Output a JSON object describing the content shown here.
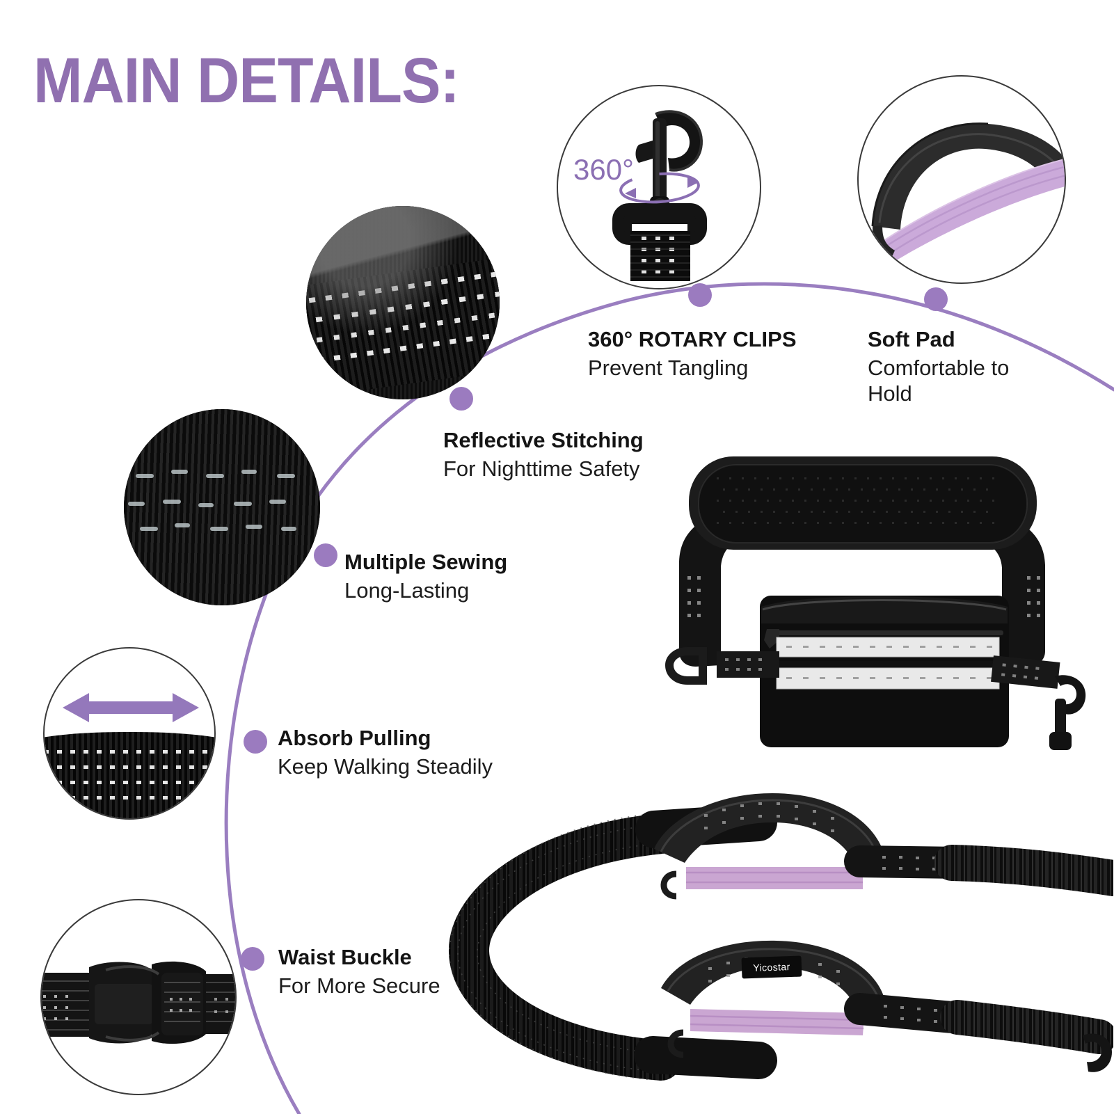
{
  "page": {
    "title": "MAIN DETAILS:",
    "background_color": "#ffffff",
    "accent_purple": "#9070b0",
    "arc_color": "#9a7ec0",
    "dot_color": "#9b7bbf"
  },
  "callouts": [
    {
      "id": "rotary-clips",
      "title": "360°  ROTARY CLIPS",
      "subtitle": "Prevent Tangling"
    },
    {
      "id": "soft-pad",
      "title": "Soft Pad",
      "subtitle": "Comfortable to Hold"
    },
    {
      "id": "reflective-stitching",
      "title": "Reflective Stitching",
      "subtitle": "For Nighttime Safety"
    },
    {
      "id": "multiple-sewing",
      "title": "Multiple Sewing",
      "subtitle": "Long-Lasting"
    },
    {
      "id": "absorb-pulling",
      "title": "Absorb Pulling",
      "subtitle": "Keep Walking Steadily"
    },
    {
      "id": "waist-buckle",
      "title": "Waist Buckle",
      "subtitle": "For More Secure"
    }
  ],
  "insets": {
    "rotary_clip": {
      "name": "rotary-clip-photo",
      "degree_label": "360°",
      "degree_color": "#8b6fb3"
    },
    "soft_pad": {
      "name": "soft-pad-photo",
      "strap_color": "#cbaada"
    },
    "reflective_stitching": {
      "name": "reflective-webbing-photo"
    },
    "multiple_sewing": {
      "name": "multiple-sewing-photo"
    },
    "absorb_pulling": {
      "name": "bungee-stretch-photo",
      "arrow_color": "#9478bb"
    },
    "waist_buckle": {
      "name": "waist-buckle-photo"
    }
  },
  "product": {
    "waist_bag": {
      "name": "waist-bag-photo",
      "reflective_stripe_color": "#e9e9e9",
      "body_color": "#0e0e0e"
    },
    "leash": {
      "name": "bungee-leash-photo",
      "brand_label": "Yicostar",
      "handle_liner_color": "#caa6d2"
    }
  }
}
